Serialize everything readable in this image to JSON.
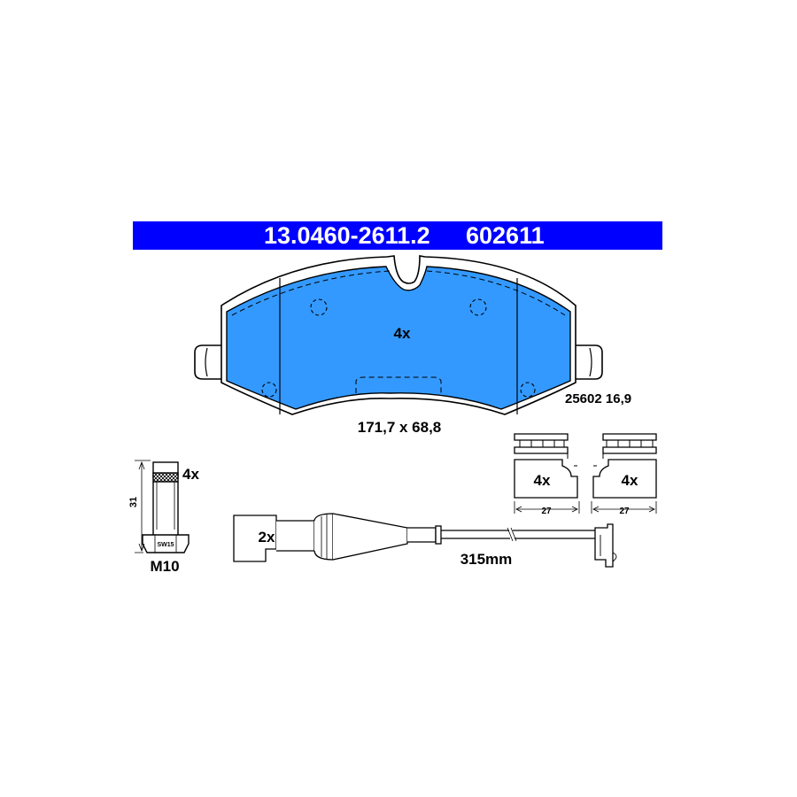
{
  "header": {
    "part_number": "13.0460-2611.2",
    "ref_number": "602611"
  },
  "colors": {
    "header_bg": "#0000ff",
    "pad_fill": "#3399ff",
    "line": "#000000"
  },
  "pad": {
    "quantity": "4x",
    "dimensions": "171,7 x 68,8",
    "code": "25602 16,9"
  },
  "bolt": {
    "quantity": "4x",
    "length": "31",
    "wrench": "SW15",
    "thread": "M10"
  },
  "clips": [
    {
      "quantity": "4x",
      "width": "27"
    },
    {
      "quantity": "4x",
      "width": "27"
    }
  ],
  "sensor": {
    "quantity": "2x",
    "length": "315mm"
  }
}
